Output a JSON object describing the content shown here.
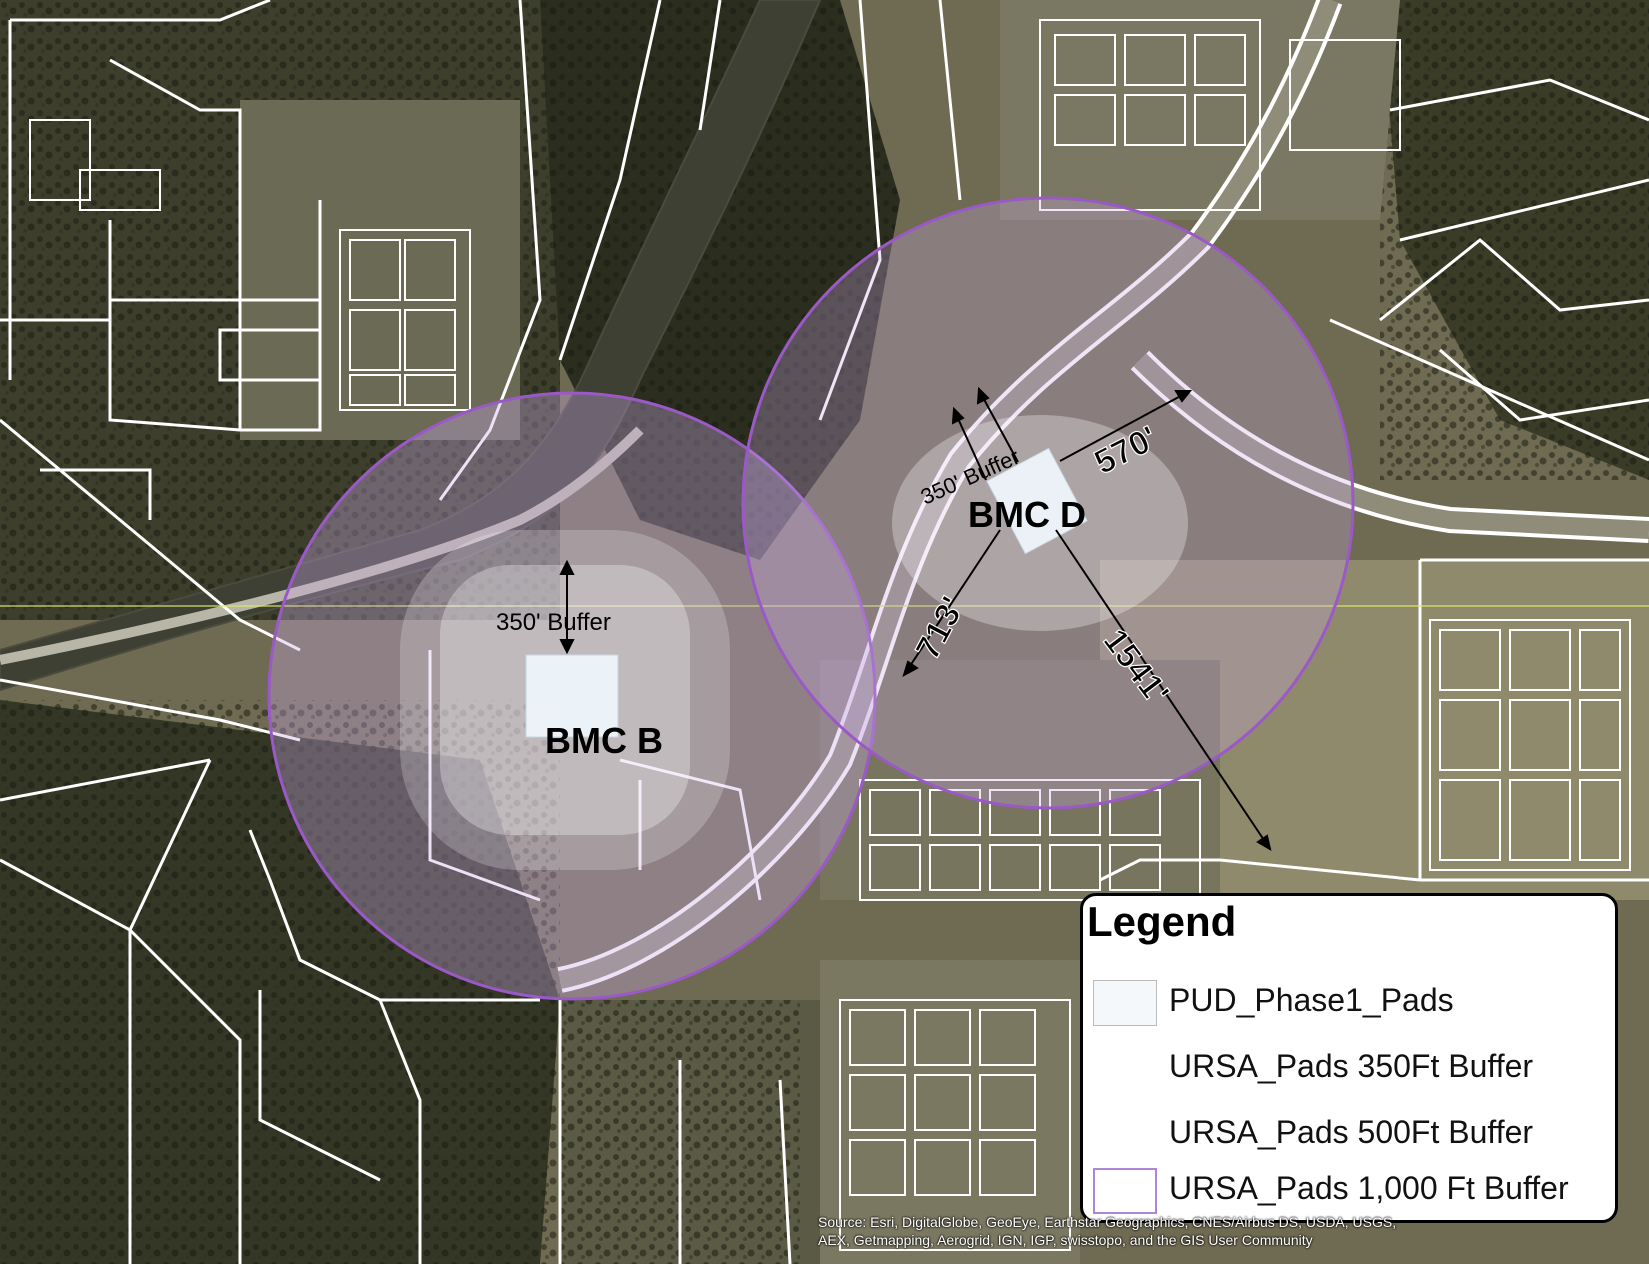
{
  "map": {
    "sites": {
      "bmc_b": {
        "label": "BMC B",
        "buffer_label": "350' Buffer"
      },
      "bmc_d": {
        "label": "BMC D",
        "buffer_label": "350' Buffer"
      }
    },
    "distances": [
      "570'",
      "713'",
      "1541'"
    ]
  },
  "legend": {
    "title": "Legend",
    "items": [
      {
        "label": "PUD_Phase1_Pads",
        "color": "#f4f8fb"
      },
      {
        "label": "URSA_Pads 350Ft Buffer",
        "color": "#ffffff"
      },
      {
        "label": "URSA_Pads 500Ft Buffer",
        "color": "#ffffff"
      },
      {
        "label": "URSA_Pads 1,000 Ft Buffer",
        "color": "#ffffff"
      }
    ]
  },
  "attribution": {
    "line1": "Source: Esri, DigitalGlobe, GeoEye, Earthstar Geographics, CNES/Airbus DS, USDA, USGS,",
    "line2": "AEX, Getmapping, Aerogrid, IGN, IGP, swisstopo, and the GIS User Community"
  },
  "colors": {
    "parcel_lines": "#ffffff",
    "buffer_1000_outline": "#9b59c8",
    "buffer_1000_fill": "#c9a8e6",
    "pad_fill": "#eef6fb",
    "guide_line": "#d8e86a"
  }
}
